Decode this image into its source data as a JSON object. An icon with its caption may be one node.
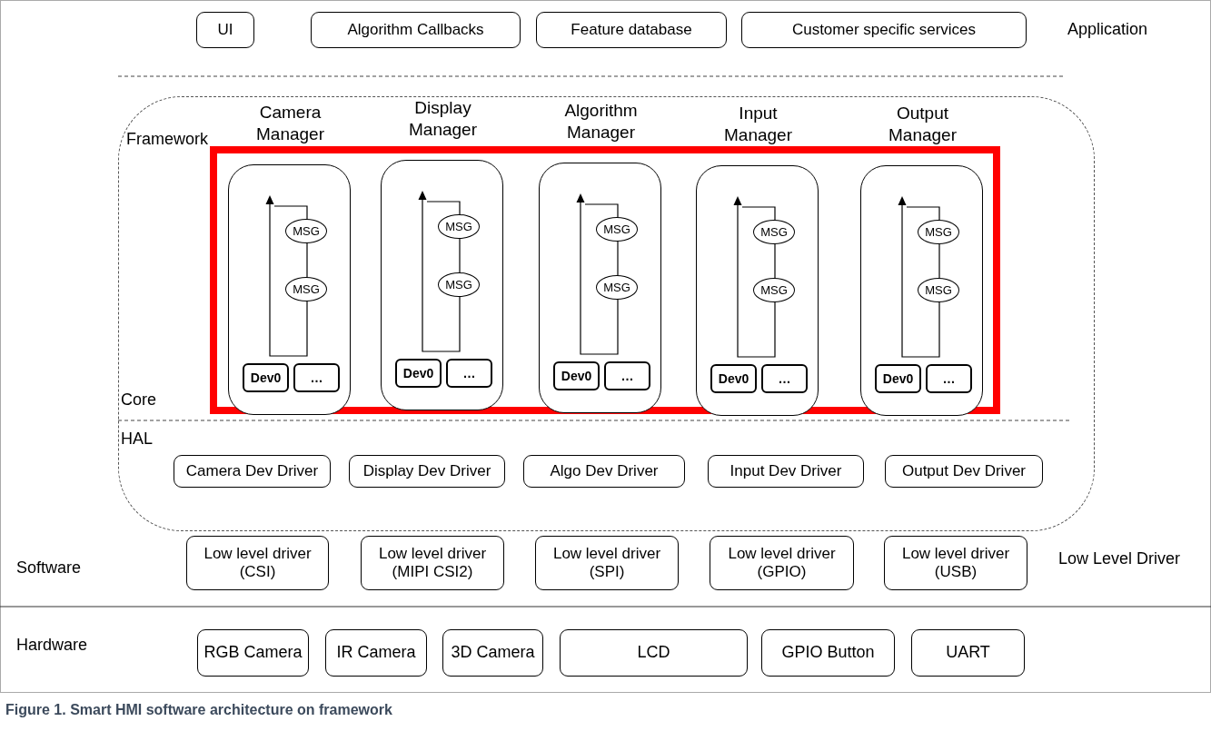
{
  "diagram": {
    "caption": "Figure 1.  Smart HMI software architecture on framework",
    "nodes": [
      {
        "text": [
          "UI"
        ]
      },
      {
        "text": [
          "Algorithm Callbacks"
        ]
      },
      {
        "text": [
          "Feature database"
        ]
      },
      {
        "text": [
          "Customer specific services"
        ]
      },
      {
        "text": [
          "Framework"
        ]
      },
      {
        "text": [],
        "shape": "box",
        "in": 4
      },
      {
        "text": [
          "Camera Manager"
        ],
        "in": 5
      },
      {
        "text": [
          "MSG"
        ],
        "in": 6
      },
      {
        "text": [
          "MSG"
        ],
        "in": 6
      },
      {
        "text": [
          "Dev0"
        ],
        "in": 6
      },
      {
        "text": [
          "…"
        ],
        "in": 6
      },
      {
        "text": [
          "Display Manager"
        ],
        "in": 5
      },
      {
        "text": [
          "MSG"
        ],
        "in": 11
      },
      {
        "text": [
          "MSG"
        ],
        "in": 11
      },
      {
        "text": [
          "Dev0"
        ],
        "in": 11
      },
      {
        "text": [
          "…"
        ],
        "in": 11
      },
      {
        "text": [
          "Algorithm Manager"
        ],
        "in": 5
      },
      {
        "text": [
          "MSG"
        ],
        "in": 16
      },
      {
        "text": [
          "MSG"
        ],
        "in": 16
      },
      {
        "text": [
          "Dev0"
        ],
        "in": 16
      },
      {
        "text": [
          "…"
        ],
        "in": 16
      },
      {
        "text": [
          "Input Manager"
        ],
        "in": 5
      },
      {
        "text": [
          "MSG"
        ],
        "in": 21
      },
      {
        "text": [
          "MSG"
        ],
        "in": 21
      },
      {
        "text": [
          "Dev0"
        ],
        "in": 21
      },
      {
        "text": [
          "…"
        ],
        "in": 21
      },
      {
        "text": [
          "Output Manager"
        ],
        "in": 5
      },
      {
        "text": [
          "MSG"
        ],
        "in": 26
      },
      {
        "text": [
          "MSG"
        ],
        "in": 26
      },
      {
        "text": [
          "Dev0"
        ],
        "in": 26
      },
      {
        "text": [
          "…"
        ],
        "in": 26
      },
      {
        "text": [
          "Camera Dev Driver"
        ],
        "in": 4
      },
      {
        "text": [
          "Display Dev Driver"
        ],
        "in": 4
      },
      {
        "text": [
          "Algo Dev Driver"
        ],
        "in": 4
      },
      {
        "text": [
          "Input Dev Driver"
        ],
        "in": 4
      },
      {
        "text": [
          "Output Dev Driver"
        ],
        "in": 4
      },
      {
        "text": [
          "Low level driver (CSI)"
        ]
      },
      {
        "text": [
          "Low level driver (MIPI CSI2)"
        ]
      },
      {
        "text": [
          "Low level driver (SPI)"
        ]
      },
      {
        "text": [
          "Low level driver (GPIO)"
        ]
      },
      {
        "text": [
          "Low level driver (USB)"
        ]
      },
      {
        "text": [
          "RGB Camera"
        ]
      },
      {
        "text": [
          "IR Camera"
        ]
      },
      {
        "text": [
          "3D Camera"
        ]
      },
      {
        "text": [
          "LCD"
        ]
      },
      {
        "text": [
          "GPIO Button"
        ]
      },
      {
        "text": [
          "UART"
        ]
      }
    ],
    "labels": [
      "Application",
      "Core",
      "HAL",
      "Software",
      "Low Level Driver",
      "Hardware"
    ]
  }
}
